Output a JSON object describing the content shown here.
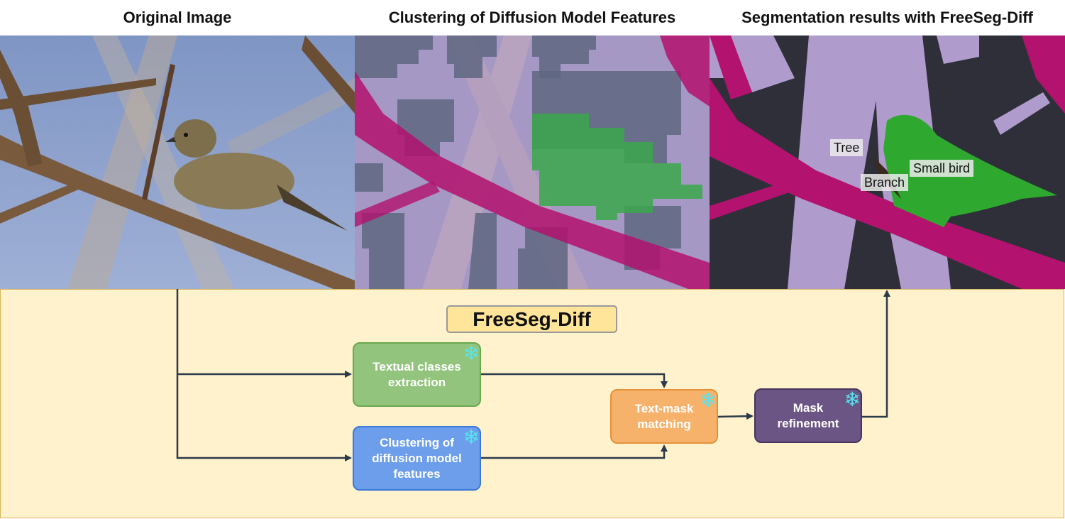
{
  "headers": {
    "original": "Original Image",
    "clustering": "Clustering of Diffusion Model Features",
    "segmentation": "Segmentation results with FreeSeg-Diff"
  },
  "segmentation_labels": {
    "tree": "Tree",
    "branch": "Branch",
    "small_bird": "Small bird"
  },
  "pipeline": {
    "title": "FreeSeg-Diff",
    "textual": "Textual classes\nextraction",
    "clustering": "Clustering of\ndiffusion model\nfeatures",
    "matching": "Text-mask\nmatching",
    "refinement": "Mask\nrefinement",
    "frozen_icon": "snowflake-icon"
  },
  "colors": {
    "sky": "#8ea3cc",
    "bird_segment": "#2ea82e",
    "branch_segment": "#b3126e",
    "tree_segment": "#b09ccc",
    "background_segment": "#2f2f3a",
    "cluster_gray": "#5e6680",
    "pipeline_bg": "#fff2cc",
    "frozen_icon": "#56e4ee"
  }
}
